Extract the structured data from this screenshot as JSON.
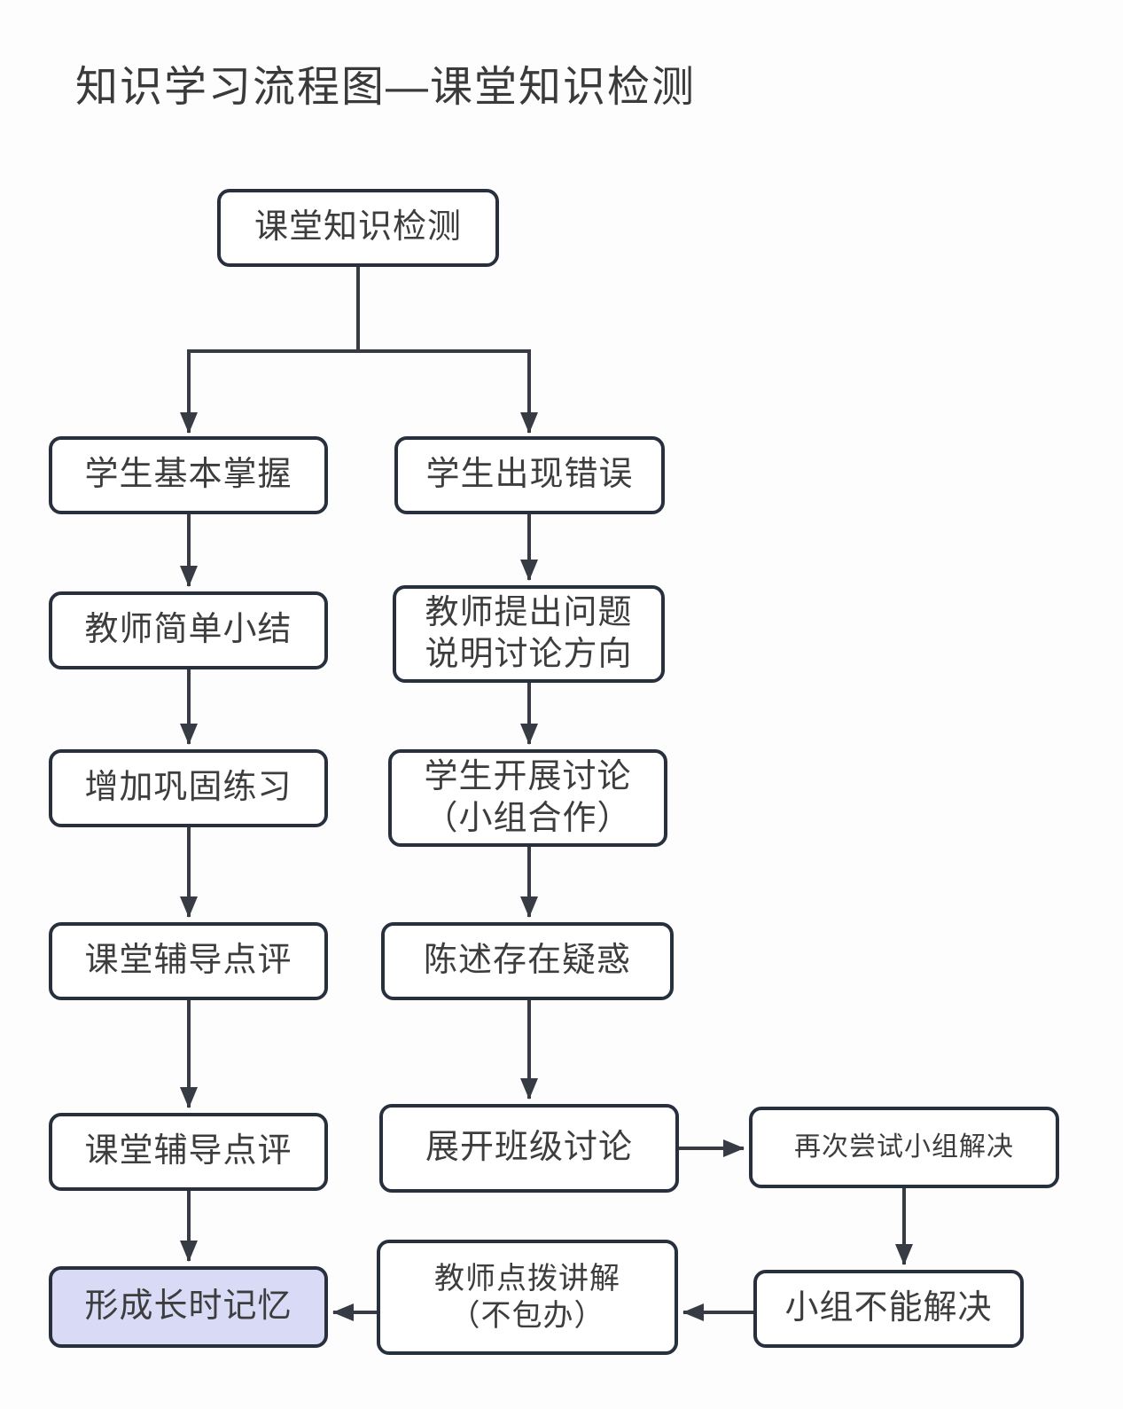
{
  "title": "知识学习流程图—课堂知识检测",
  "diagram": {
    "type": "flowchart",
    "nodes": {
      "root": "课堂知识检测",
      "left_branch": [
        "学生基本掌握",
        "教师简单小结",
        "增加巩固练习",
        "课堂辅导点评",
        "课堂辅导点评",
        "形成长时记忆"
      ],
      "right_branch": [
        "学生出现错误",
        "教师提出问题\n说明讨论方向",
        "学生开展讨论\n（小组合作）",
        "陈述存在疑惑",
        "展开班级讨论"
      ],
      "side_branch": [
        "再次尝试小组解决",
        "小组不能解决",
        "教师点拨讲解\n（不包办）"
      ]
    },
    "highlighted_node": "形成长时记忆",
    "edges": [
      {
        "from": "课堂知识检测",
        "to": "学生基本掌握"
      },
      {
        "from": "课堂知识检测",
        "to": "学生出现错误"
      },
      {
        "from": "学生基本掌握",
        "to": "教师简单小结"
      },
      {
        "from": "教师简单小结",
        "to": "增加巩固练习"
      },
      {
        "from": "增加巩固练习",
        "to": "课堂辅导点评"
      },
      {
        "from": "课堂辅导点评",
        "to": "课堂辅导点评"
      },
      {
        "from": "课堂辅导点评",
        "to": "形成长时记忆"
      },
      {
        "from": "学生出现错误",
        "to": "教师提出问题说明讨论方向"
      },
      {
        "from": "教师提出问题说明讨论方向",
        "to": "学生开展讨论（小组合作）"
      },
      {
        "from": "学生开展讨论（小组合作）",
        "to": "陈述存在疑惑"
      },
      {
        "from": "陈述存在疑惑",
        "to": "展开班级讨论"
      },
      {
        "from": "展开班级讨论",
        "to": "再次尝试小组解决"
      },
      {
        "from": "再次尝试小组解决",
        "to": "小组不能解决"
      },
      {
        "from": "小组不能解决",
        "to": "教师点拨讲解（不包办）"
      },
      {
        "from": "教师点拨讲解（不包办）",
        "to": "形成长时记忆"
      }
    ],
    "colors": {
      "background": "#fdfdfd",
      "node_border": "#28303e",
      "node_fill": "#ffffff",
      "highlight_fill": "#d8daf6",
      "connector": "#363b44",
      "text": "#3d3d3d",
      "title_text": "#3a3a3a"
    }
  }
}
